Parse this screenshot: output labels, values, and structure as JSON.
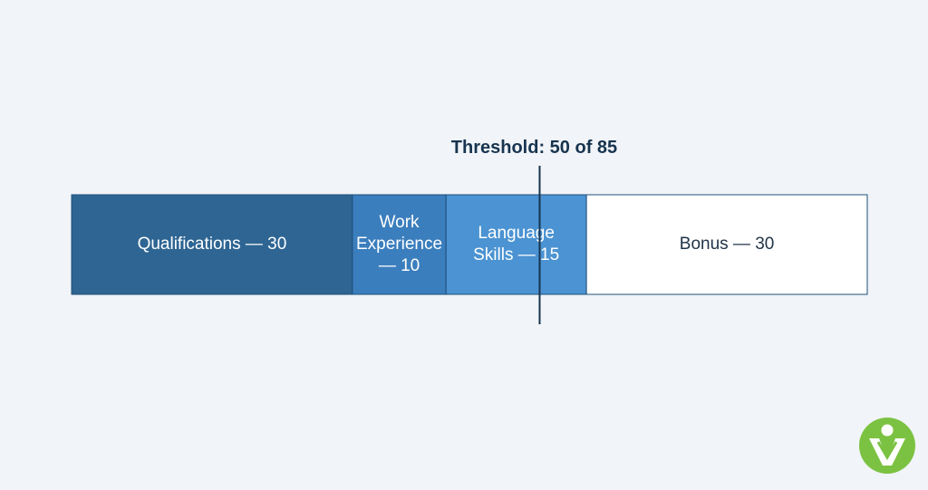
{
  "chart_data": {
    "type": "bar",
    "orientation": "horizontal-stacked",
    "title": "",
    "xlabel": "",
    "ylabel": "",
    "xlim": [
      0,
      85
    ],
    "grid": false,
    "legend": "none",
    "series": [
      {
        "label_lines": [
          "Qualifications — 30"
        ],
        "value": 30,
        "color": "#2e6593",
        "text_color": "#ffffff"
      },
      {
        "label_lines": [
          "Work",
          "Experience",
          "— 10"
        ],
        "value": 10,
        "color": "#3b7ebd",
        "text_color": "#ffffff"
      },
      {
        "label_lines": [
          "Language",
          "Skills — 15"
        ],
        "value": 15,
        "color": "#4b93d2",
        "text_color": "#ffffff"
      },
      {
        "label_lines": [
          "Bonus — 30"
        ],
        "value": 30,
        "color": "#ffffff",
        "text_color": "#1f3347"
      }
    ],
    "threshold": {
      "value": 50,
      "label": "Threshold: 50 of 85",
      "color": "#17344f"
    }
  },
  "logo": {
    "icon": "person-mark-icon",
    "color": "#7cc242"
  }
}
